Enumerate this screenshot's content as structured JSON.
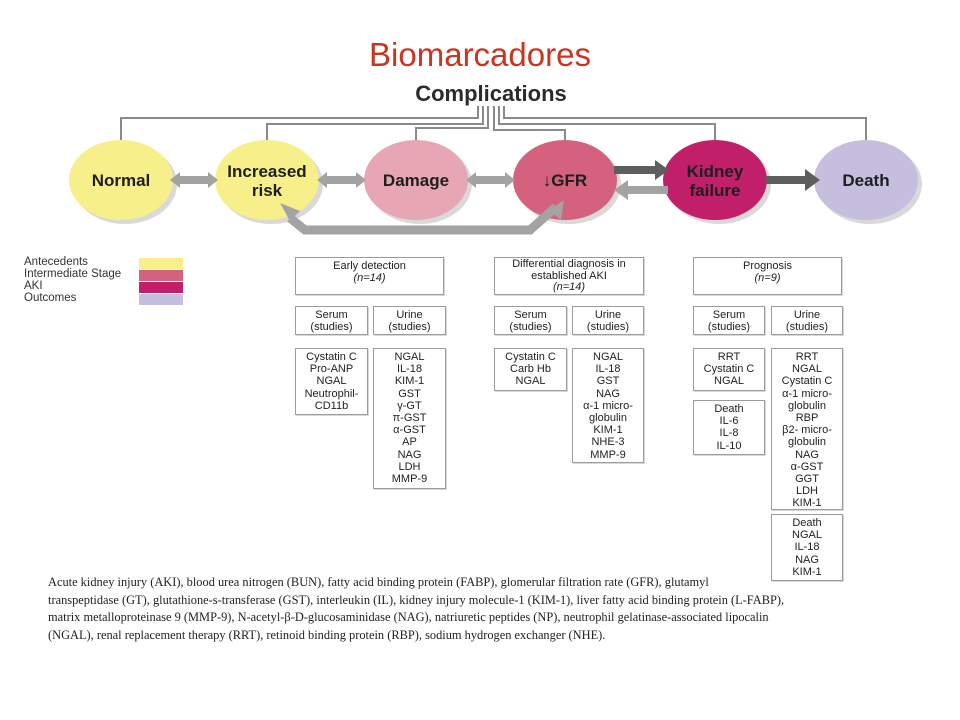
{
  "title": "Biomarcadores",
  "header": "Complications",
  "nodes": [
    {
      "id": "normal",
      "label": "Normal",
      "color": "#f6ef8a"
    },
    {
      "id": "increased-risk",
      "label": "Increased risk",
      "color": "#f6ef8a"
    },
    {
      "id": "damage",
      "label": "Damage",
      "color": "#e7a6b3"
    },
    {
      "id": "gfr",
      "label": "↓GFR",
      "color": "#d4627f"
    },
    {
      "id": "kidney-failure",
      "label": "Kidney failure",
      "color": "#c21f6b"
    },
    {
      "id": "death",
      "label": "Death",
      "color": "#c5bedf"
    }
  ],
  "legend": [
    {
      "label": "Antecedents",
      "color": "#f6ef8a"
    },
    {
      "label": "Intermediate Stage",
      "color": "#d4627f"
    },
    {
      "label": "AKI",
      "color": "#c21f6b"
    },
    {
      "label": "Outcomes",
      "color": "#c5bedf"
    }
  ],
  "columns": [
    {
      "heading": [
        "Early detection",
        "(n=14)"
      ],
      "serum_header": [
        "Serum",
        "(studies)"
      ],
      "urine_header": [
        "Urine",
        "(studies)"
      ],
      "serum": [
        "Cystatin C",
        "Pro-ANP",
        "NGAL",
        "Neutrophil-",
        "CD11b"
      ],
      "urine": [
        "NGAL",
        "IL-18",
        "KIM-1",
        "GST",
        "γ-GT",
        "π-GST",
        "α-GST",
        "AP",
        "NAG",
        "LDH",
        "MMP-9"
      ]
    },
    {
      "heading": [
        "Differential diagnosis in",
        "established AKI",
        "(n=14)"
      ],
      "serum_header": [
        "Serum",
        "(studies)"
      ],
      "urine_header": [
        "Urine",
        "(studies)"
      ],
      "serum": [
        "Cystatin C",
        "Carb Hb",
        "NGAL"
      ],
      "urine": [
        "NGAL",
        "IL-18",
        "GST",
        "NAG",
        "α-1 micro-",
        "globulin",
        "KIM-1",
        "NHE-3",
        "MMP-9"
      ]
    },
    {
      "heading": [
        "Prognosis",
        "(n=9)"
      ],
      "serum_header": [
        "Serum",
        "(studies)"
      ],
      "urine_header": [
        "Urine",
        "(studies)"
      ],
      "serum": [
        "RRT",
        "Cystatin C",
        "NGAL"
      ],
      "serum_death": [
        "Death",
        "IL-6",
        "IL-8",
        "IL-10"
      ],
      "urine": [
        "RRT",
        "NGAL",
        "Cystatin C",
        "α-1 micro-",
        "globulin",
        "RBP",
        "β2- micro-",
        "globulin",
        "NAG",
        "α-GST",
        "GGT",
        "LDH",
        "KIM-1"
      ],
      "urine_death": [
        "Death",
        "NGAL",
        "IL-18",
        "NAG",
        "KIM-1"
      ]
    }
  ],
  "caption": [
    "Acute kidney injury (AKI), blood urea nitrogen (BUN), fatty acid binding protein (FABP), glomerular filtration rate (GFR), glutamyl",
    "transpeptidase (GT), glutathione-s-transferase (GST), interleukin (IL), kidney injury molecule-1 (KIM-1), liver fatty acid binding protein (L-FABP),",
    "matrix metalloproteinase 9 (MMP-9), N-acetyl-β-D-glucosaminidase (NAG), natriuretic peptides (NP), neutrophil gelatinase-associated lipocalin",
    "(NGAL), renal replacement therapy (RRT), retinoid binding protein (RBP), sodium hydrogen exchanger (NHE)."
  ]
}
